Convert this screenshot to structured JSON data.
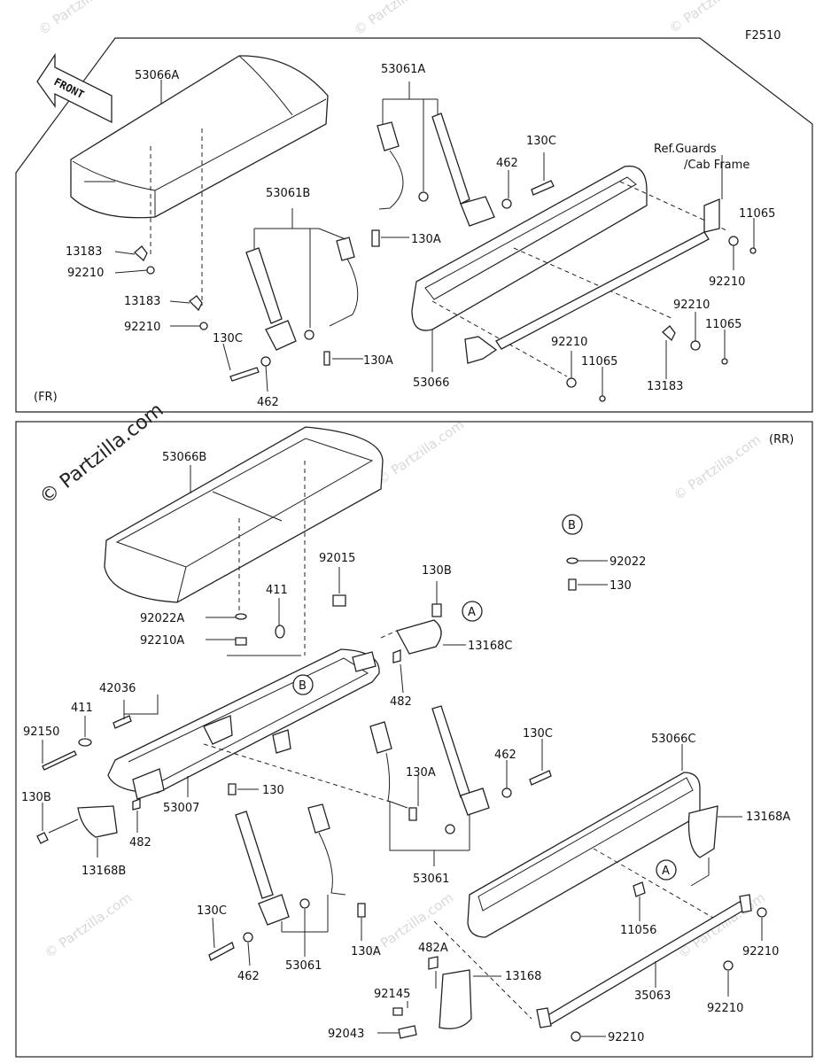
{
  "figure_code": "F2510",
  "watermark": "© Partzilla.com",
  "front_sign": "FRONT",
  "sections": {
    "front": {
      "tag": "(FR)"
    },
    "rear": {
      "tag": "(RR)"
    }
  },
  "callouts": [
    "A",
    "B"
  ],
  "front_labels": {
    "l53066A": "53066A",
    "l53061A": "53061A",
    "l53061B": "53061B",
    "l130C_top": "130C",
    "l462_top": "462",
    "lRef1": "Ref.Guards",
    "lRef2": "/Cab Frame",
    "l11065_a": "11065",
    "l13183_a": "13183",
    "l92210_a": "92210",
    "l13183_b": "13183",
    "l92210_b": "92210",
    "l130A_a": "130A",
    "l92210_c": "92210",
    "l92210_d": "92210",
    "l11065_b": "11065",
    "l130C_b": "130C",
    "l130A_b": "130A",
    "l92210_e": "92210",
    "l11065_c": "11065",
    "l53066": "53066",
    "l13183_c": "13183",
    "l462_b": "462"
  },
  "rear_labels": {
    "l53066B": "53066B",
    "l92015": "92015",
    "l130B_a": "130B",
    "l92022": "92022",
    "l130": "130",
    "l411_a": "411",
    "l92022A": "92022A",
    "l92210A": "92210A",
    "l13168C": "13168C",
    "l482_a": "482",
    "l42036": "42036",
    "l411_b": "411",
    "l92150": "92150",
    "l130C_r": "130C",
    "l462_r": "462",
    "l53066C": "53066C",
    "l130A_r": "130A",
    "l130_r": "130",
    "l130B_b": "130B",
    "l53007": "53007",
    "l482_b": "482",
    "l13168A": "13168A",
    "l13168B": "13168B",
    "l53061_a": "53061",
    "l11056": "11056",
    "l130C_r2": "130C",
    "l53061_b": "53061",
    "l130A_r2": "130A",
    "l462_r2": "462",
    "l92210_r1": "92210",
    "l482A": "482A",
    "l92145": "92145",
    "l13168": "13168",
    "l35063": "35063",
    "l92210_r2": "92210",
    "l92043": "92043",
    "l92210_r3": "92210"
  }
}
